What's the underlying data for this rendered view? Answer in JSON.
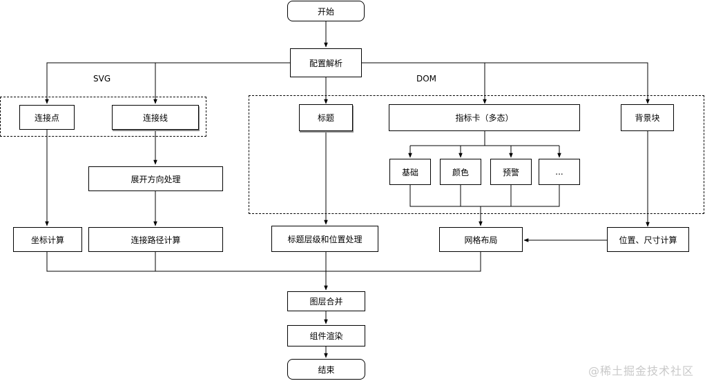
{
  "nodes": {
    "start": "开始",
    "config": "配置解析",
    "anchor": "连接点",
    "connector": "连接线",
    "title": "标题",
    "metric_card": "指标卡（多态）",
    "bg_block": "背景块",
    "basic": "基础",
    "color": "颜色",
    "warning": "预警",
    "more": "...",
    "expand_dir": "展开方向处理",
    "coord_calc": "坐标计算",
    "path_calc": "连接路径计算",
    "title_layer": "标题层级和位置处理",
    "grid_layout": "网格布局",
    "pos_size": "位置、尺寸计算",
    "layer_merge": "图层合并",
    "component_render": "组件渲染",
    "end": "结束"
  },
  "groups": {
    "svg": "SVG",
    "dom": "DOM"
  },
  "watermark": "@稀土掘金技术社区"
}
